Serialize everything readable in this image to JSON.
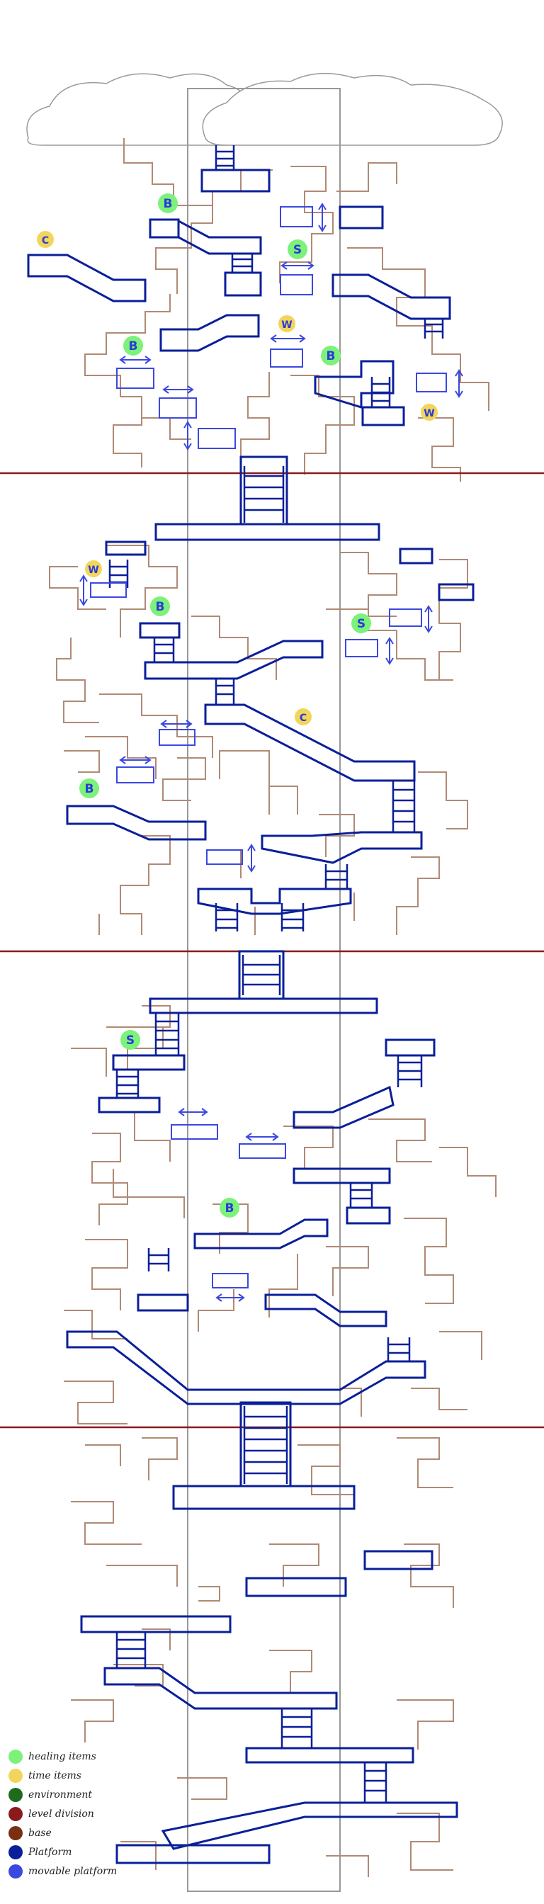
{
  "colors": {
    "healing": "#7cf27a",
    "time": "#f2d55a",
    "environment": "#1e6b1e",
    "level_division": "#8b1a1a",
    "base": "#a3745e",
    "platform": "#0a1f99",
    "movable": "#3b48e0",
    "frame": "#999999",
    "cloud": "#9a9a9a"
  },
  "items": [
    {
      "letter": "B",
      "kind": "healing"
    },
    {
      "letter": "S",
      "kind": "healing"
    },
    {
      "letter": "C",
      "kind": "time"
    },
    {
      "letter": "B",
      "kind": "healing"
    },
    {
      "letter": "W",
      "kind": "time"
    },
    {
      "letter": "B",
      "kind": "healing"
    },
    {
      "letter": "W",
      "kind": "time"
    },
    {
      "letter": "W",
      "kind": "time"
    },
    {
      "letter": "B",
      "kind": "healing"
    },
    {
      "letter": "S",
      "kind": "healing"
    },
    {
      "letter": "C",
      "kind": "time"
    },
    {
      "letter": "B",
      "kind": "healing"
    },
    {
      "letter": "S",
      "kind": "healing"
    },
    {
      "letter": "B",
      "kind": "healing"
    }
  ],
  "legend": [
    {
      "label": "healing items",
      "color": "#7cf27a"
    },
    {
      "label": "time items",
      "color": "#f2d55a"
    },
    {
      "label": "environment",
      "color": "#1e6b1e"
    },
    {
      "label": "level division",
      "color": "#8b1a1a"
    },
    {
      "label": "base",
      "color": "#7a2e12"
    },
    {
      "label": "Platform",
      "color": "#0a1f99"
    },
    {
      "label": "movable platform",
      "color": "#3b48e0"
    }
  ]
}
